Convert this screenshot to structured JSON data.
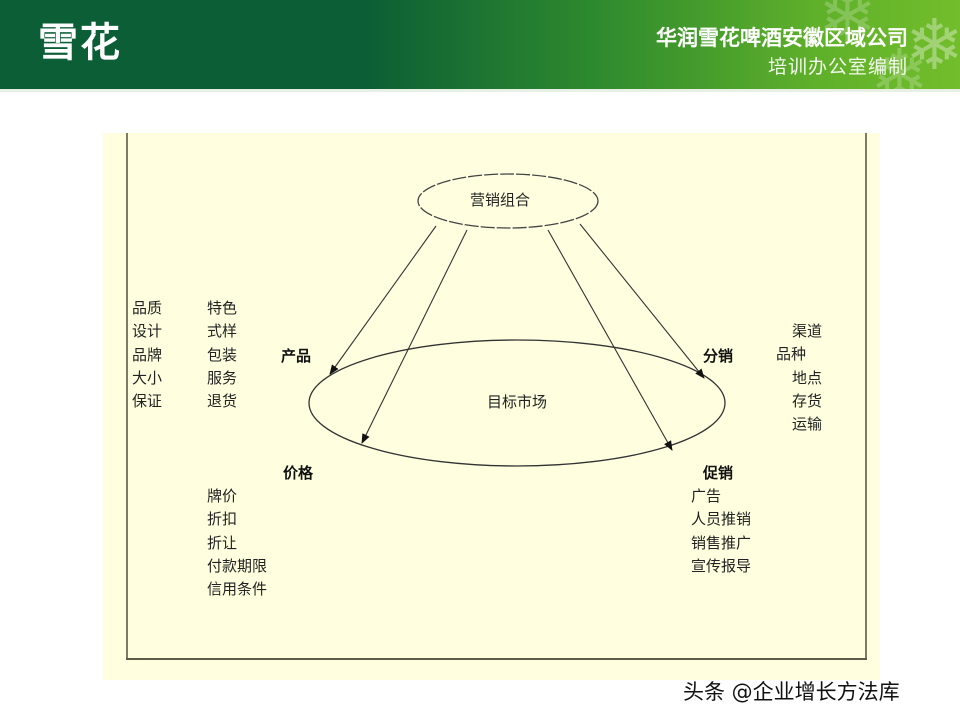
{
  "header": {
    "logo_text": "雪花",
    "company": "华润雪花啤酒安徽区域公司",
    "department": "培训办公室编制",
    "icons": [
      "snowflake-icon"
    ],
    "colors": {
      "dark_green": "#0b5e35",
      "light_green": "#72bd2b"
    }
  },
  "diagram": {
    "background": "#ffffe0",
    "top_node": "营销组合",
    "center_node": "目标市场",
    "quadrants": {
      "product": {
        "label": "产品",
        "items_col1": [
          "品质",
          "设计",
          "品牌",
          "大小",
          "保证"
        ],
        "items_col2": [
          "特色",
          "式样",
          "包装",
          "服务",
          "退货"
        ]
      },
      "distribution": {
        "label": "分销",
        "items": [
          "渠道",
          "品种",
          "地点",
          "存货",
          "运输"
        ]
      },
      "price": {
        "label": "价格",
        "items": [
          "牌价",
          "折扣",
          "折让",
          "付款期限",
          "信用条件"
        ]
      },
      "promotion": {
        "label": "促销",
        "items": [
          "广告",
          "人员推销",
          "销售推广",
          "宣传报导"
        ]
      }
    }
  },
  "watermark": "头条 @企业增长方法库"
}
